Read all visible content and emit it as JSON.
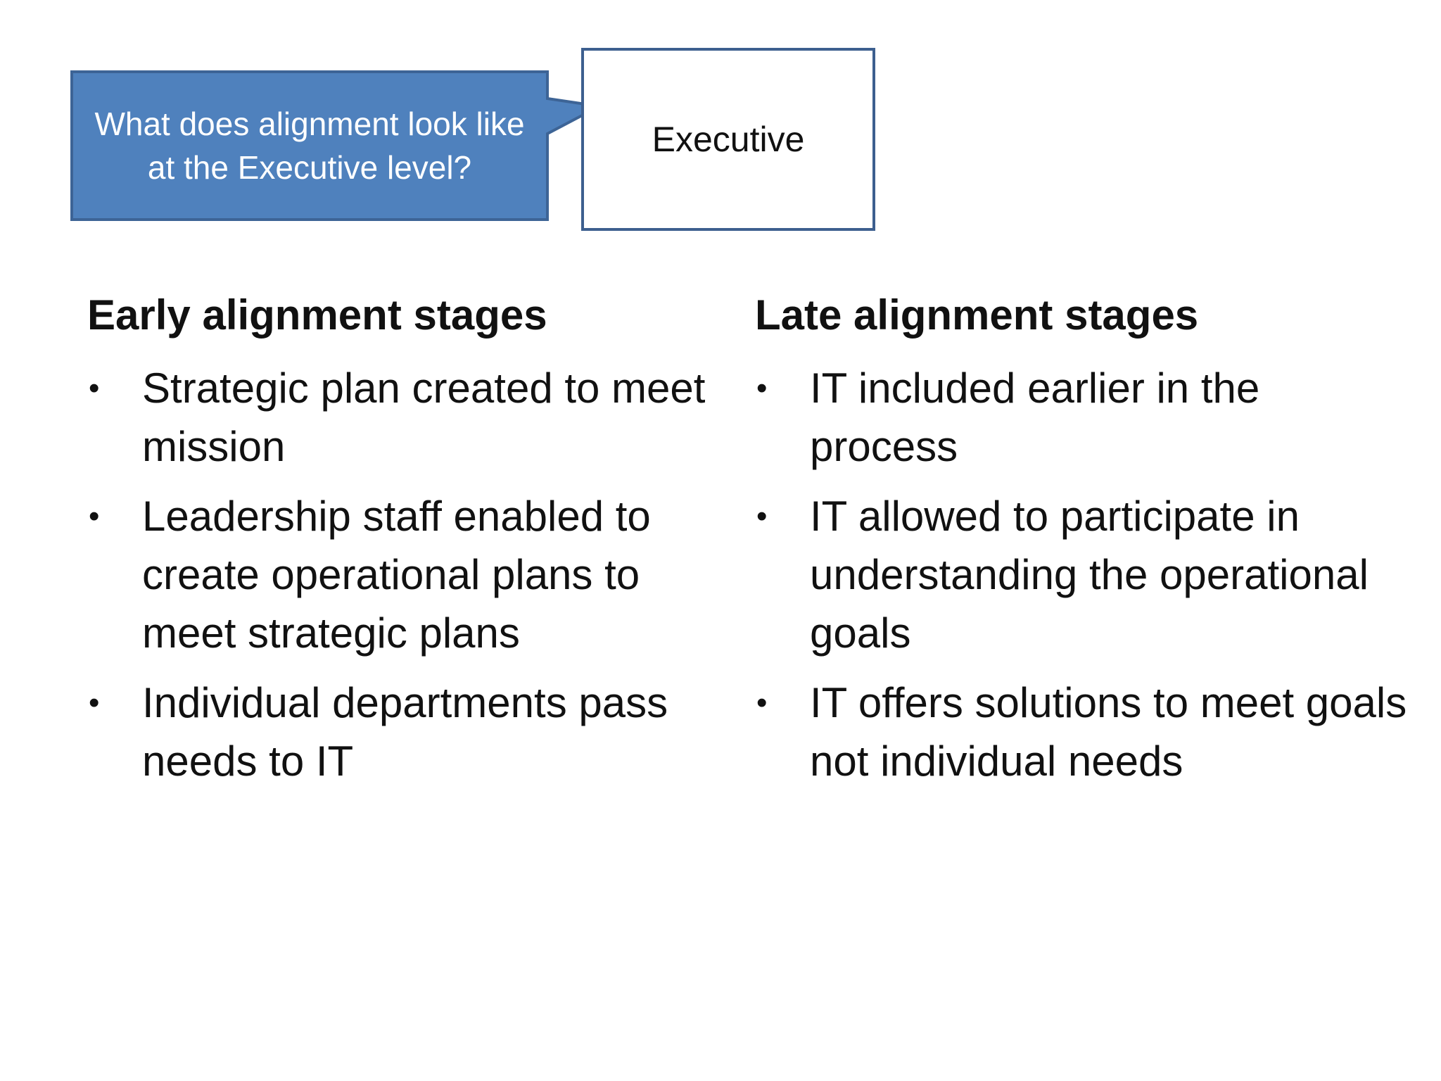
{
  "callout": {
    "text": "What does alignment look like at the Executive level?",
    "fill": "#4f81bd",
    "border": "#3d6496"
  },
  "executive_box": {
    "label": "Executive",
    "border": "#3d5f8f"
  },
  "left_column": {
    "heading": "Early alignment stages",
    "items": [
      "Strategic plan created to meet mission",
      "Leadership staff enabled to create operational plans to meet strategic plans",
      "Individual departments pass needs to IT"
    ]
  },
  "right_column": {
    "heading": "Late alignment stages",
    "items": [
      "IT included earlier in the process",
      "IT allowed to participate in understanding the operational goals",
      "IT offers solutions to meet goals not individual needs"
    ]
  },
  "bullet_glyph": "•"
}
